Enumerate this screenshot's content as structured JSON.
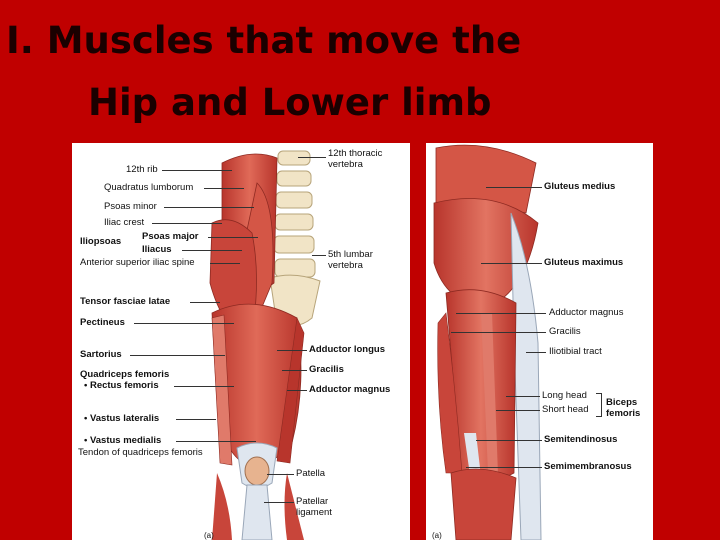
{
  "title": {
    "line1": "I. Muscles that move the",
    "line2": "Hip  and Lower limb"
  },
  "front_panel": {
    "labels": {
      "rib12": "12th rib",
      "quadratus_lumborum": "Quadratus lumborum",
      "psoas_minor": "Psoas minor",
      "iliac_crest": "Iliac crest",
      "iliopsoas": "Iliopsoas",
      "psoas_major": "Psoas major",
      "iliacus": "Iliacus",
      "asis": "Anterior superior iliac spine",
      "tensor_fasciae_latae": "Tensor fasciae latae",
      "pectineus": "Pectineus",
      "sartorius": "Sartorius",
      "quadriceps_femoris": "Quadriceps femoris",
      "rectus_femoris": "• Rectus femoris",
      "vastus_lateralis": "• Vastus lateralis",
      "vastus_medialis": "• Vastus medialis",
      "quad_tendon": "Tendon of quadriceps femoris",
      "thoracic12_l1": "12th thoracic",
      "thoracic12_l2": "vertebra",
      "lumbar5_l1": "5th lumbar",
      "lumbar5_l2": "vertebra",
      "adductor_longus": "Adductor longus",
      "gracilis": "Gracilis",
      "adductor_magnus": "Adductor magnus",
      "patella": "Patella",
      "patellar_l1": "Patellar",
      "patellar_l2": "ligament",
      "fig": "(a)"
    }
  },
  "back_panel": {
    "labels": {
      "gluteus_medius": "Gluteus medius",
      "gluteus_maximus": "Gluteus maximus",
      "adductor_magnus": "Adductor magnus",
      "gracilis": "Gracilis",
      "iliotibial_tract": "Iliotibial tract",
      "long_head": "Long head",
      "short_head": "Short head",
      "biceps_l1": "Biceps",
      "biceps_l2": "femoris",
      "semitendinosus": "Semitendinosus",
      "semimembranosus": "Semimembranosus",
      "fig": "(a)"
    }
  },
  "colors": {
    "background": "#c00000",
    "muscle": "#c8453a",
    "muscle_light": "#e07a6a",
    "tendon": "#dfe6ef",
    "bone": "#f1e4c6"
  }
}
